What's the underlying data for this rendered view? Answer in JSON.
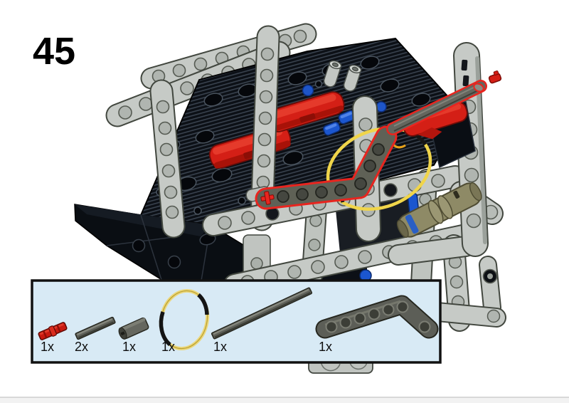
{
  "page": {
    "step_number": "45",
    "background": "#ffffff",
    "footer_color": "#f2f2f2"
  },
  "model": {
    "kind": "lego-technic-assembly-render",
    "highlight_color": "#e8251f",
    "colors": {
      "light_gray_beam": "#c6cac6",
      "dark_gray_part": "#5d5f58",
      "black_panel": "#0d1117",
      "red_part": "#d41f16",
      "blue_pin": "#1b56cf",
      "yellow_rubber_band": "#f0d54a",
      "olive_driving_ring": "#8e8a66"
    },
    "highlighted_new_parts": [
      "bent-beam",
      "long-axle",
      "rubber-band",
      "red-axle-pin"
    ]
  },
  "parts_box": {
    "background": "#d8eaf5",
    "border_color": "#111111",
    "parts": [
      {
        "id": "red-axle-pin",
        "qty": "1x",
        "color": "#c81a10"
      },
      {
        "id": "dark-gray-axle-3l",
        "qty": "2x",
        "color": "#5d5f58"
      },
      {
        "id": "dark-gray-axle-connector",
        "qty": "1x",
        "color": "#65675f"
      },
      {
        "id": "yellow-rubber-band",
        "qty": "1x",
        "color": "#ecd779"
      },
      {
        "id": "dark-gray-axle-long",
        "qty": "1x",
        "color": "#5d5f58"
      },
      {
        "id": "dark-gray-bent-beam",
        "qty": "1x",
        "color": "#5c5e57"
      }
    ]
  }
}
